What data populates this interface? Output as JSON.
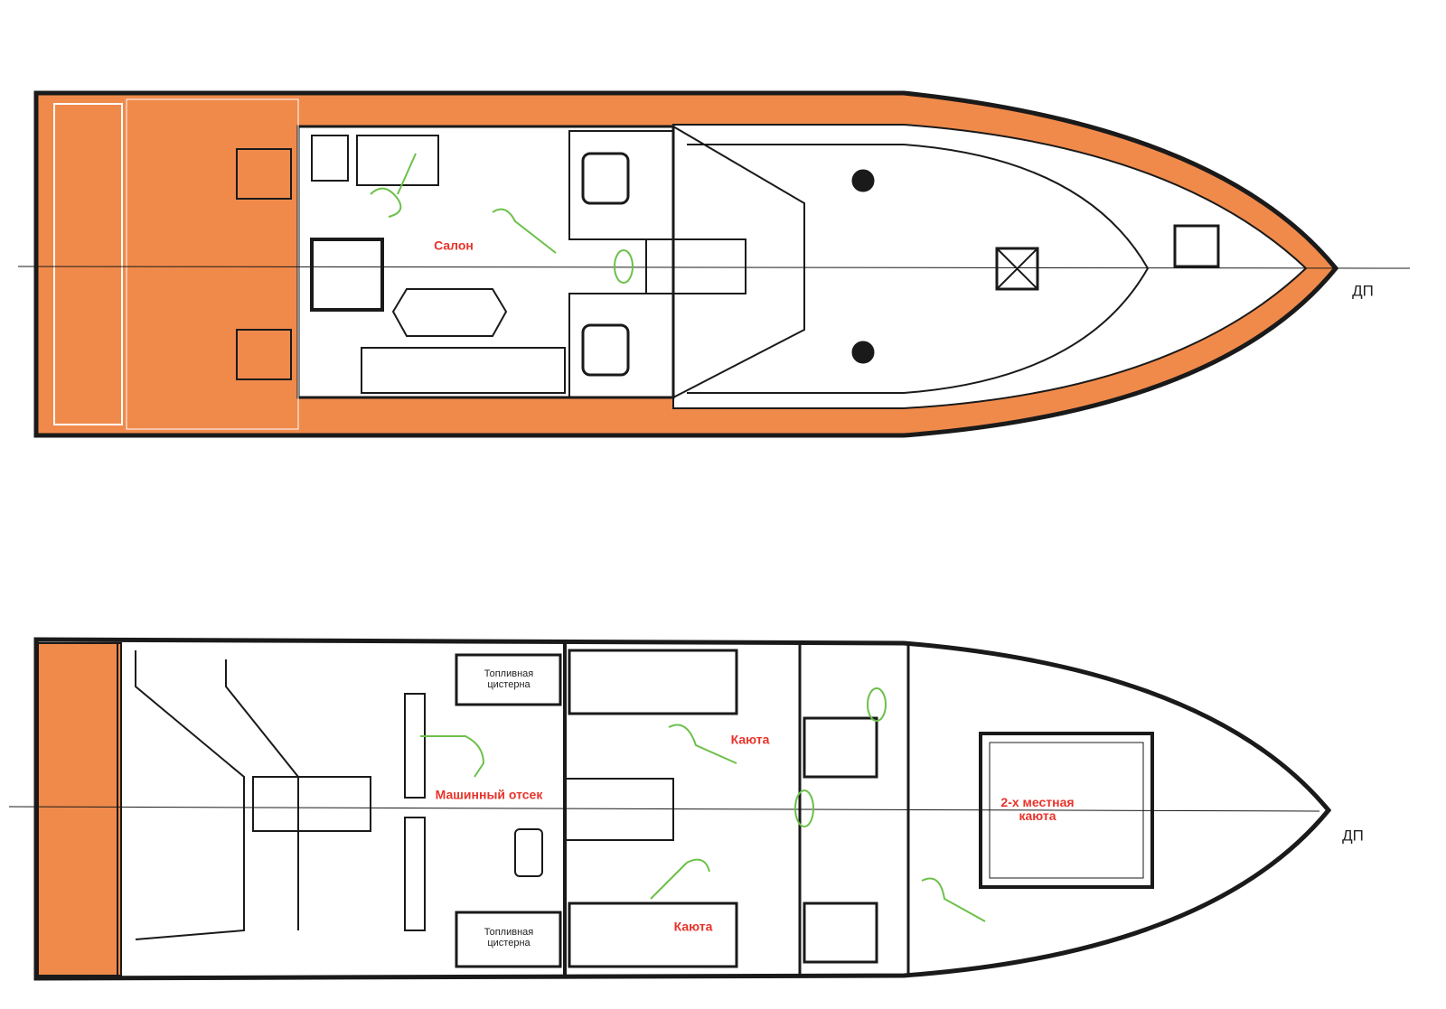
{
  "top_deck": {
    "salon_label": "Салон",
    "centerline_label": "ДП"
  },
  "lower_deck": {
    "fuel_tank_1": "Топливная цистерна",
    "fuel_tank_2": "Топливная цистерна",
    "engine_room_label": "Машинный отсек",
    "cabin_1_label": "Каюта",
    "cabin_2_label": "Каюта",
    "double_cabin_label": "2-х местная каюта",
    "centerline_label": "ДП"
  },
  "colors": {
    "deck": "#f08a4b",
    "label": "#e8332a",
    "figure": "#6cc04a",
    "outline": "#1a1a1a"
  }
}
